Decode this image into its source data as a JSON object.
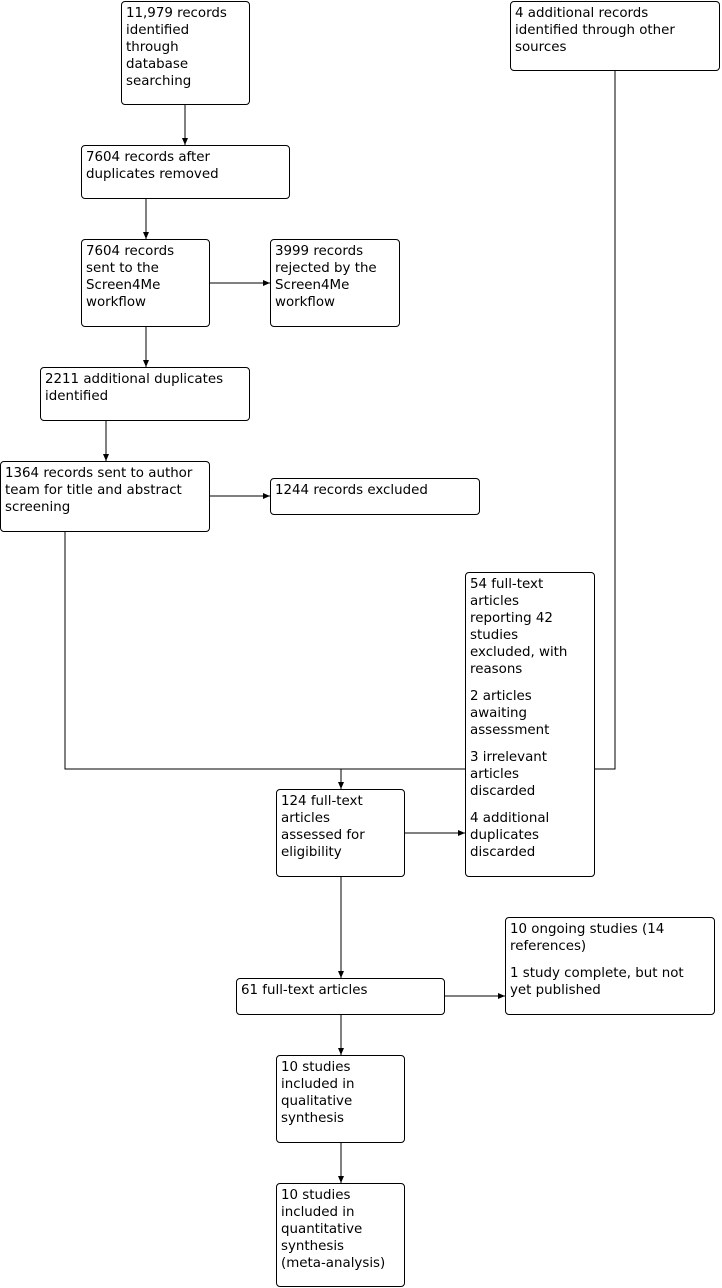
{
  "diagram": {
    "records_identified": [
      "11,979 records",
      "identified",
      "through",
      "database",
      "searching"
    ],
    "additional_records": [
      "4 additional records",
      "identified through other",
      "sources"
    ],
    "after_duplicates": [
      "7604 records after",
      "duplicates removed"
    ],
    "sent_screen4me": [
      "7604 records",
      "sent to the",
      "Screen4Me",
      "workflow"
    ],
    "rejected_screen4me": [
      "3999 records",
      "rejected by the",
      "Screen4Me",
      "workflow"
    ],
    "additional_duplicates": [
      "2211 additional duplicates",
      "identified"
    ],
    "sent_author_team": [
      "1364 records sent to author",
      "team for title and abstract",
      "screening"
    ],
    "records_excluded": [
      "1244 records excluded"
    ],
    "excluded_details": [
      [
        "54 full-text",
        "articles",
        "reporting 42",
        "studies",
        "excluded, with",
        "reasons"
      ],
      [
        "2 articles",
        "awaiting",
        "assessment"
      ],
      [
        "3 irrelevant",
        "articles",
        "discarded"
      ],
      [
        "4 additional",
        "duplicates",
        "discarded"
      ]
    ],
    "assessed_eligibility": [
      "124 full-text",
      "articles",
      "assessed for",
      "eligibility"
    ],
    "ongoing_details": [
      [
        "10 ongoing studies (14",
        "references)"
      ],
      [
        "1 study complete, but not",
        "yet published"
      ]
    ],
    "full_text_articles": [
      "61 full-text articles"
    ],
    "qualitative": [
      "10 studies",
      "included in",
      "qualitative",
      "synthesis"
    ],
    "quantitative": [
      "10 studies",
      "included in",
      "quantitative",
      "synthesis",
      "(meta-analysis)"
    ]
  }
}
